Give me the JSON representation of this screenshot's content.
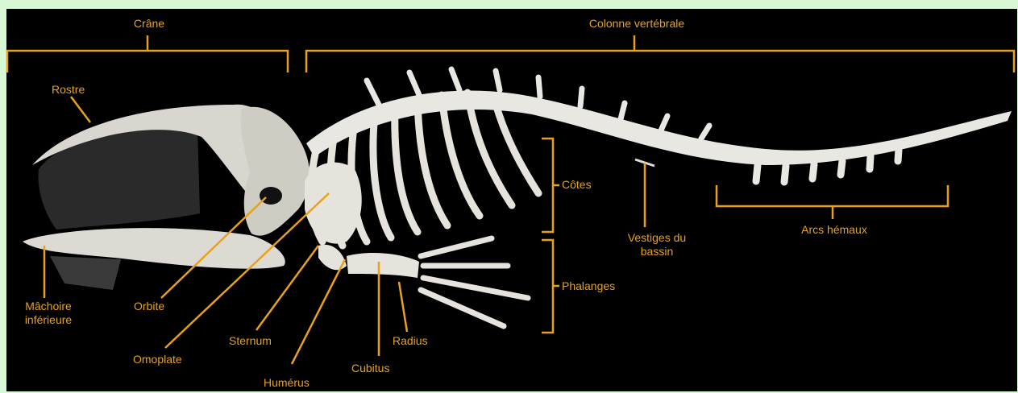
{
  "colors": {
    "background": "#d8f7d4",
    "panel": "#000000",
    "annotation": "#e8a21a",
    "bone": "#e9e7e2",
    "baleen": "#2a2a2a"
  },
  "labels": {
    "crane": "Crâne",
    "colonne": "Colonne vertébrale",
    "rostre": "Rostre",
    "cotes": "Côtes",
    "vestiges_line1": "Vestiges du",
    "vestiges_line2": "bassin",
    "arcs": "Arcs hémaux",
    "phalanges": "Phalanges",
    "machoire_line1": "Mâchoire",
    "machoire_line2": "inférieure",
    "orbite": "Orbite",
    "omoplate": "Omoplate",
    "sternum": "Sternum",
    "humerus": "Humérus",
    "cubitus": "Cubitus",
    "radius": "Radius"
  }
}
